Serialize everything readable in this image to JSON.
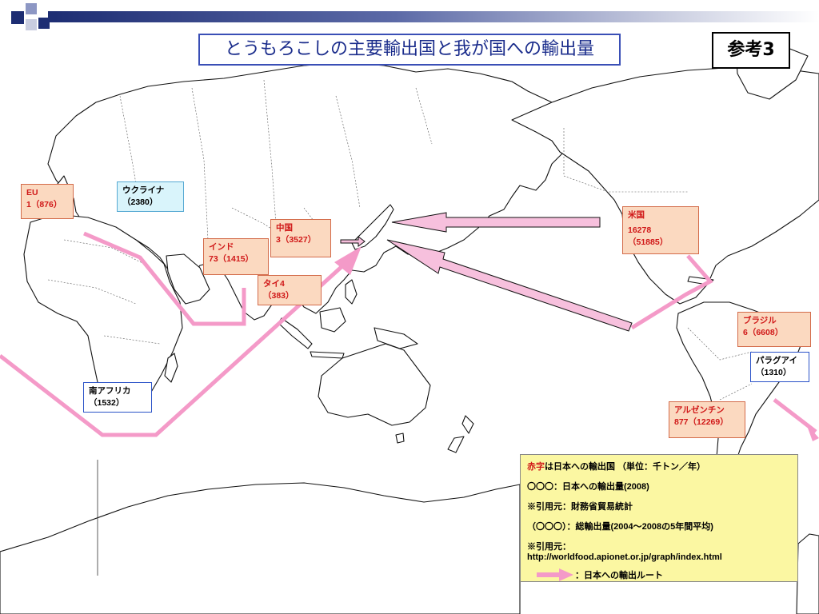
{
  "title": "とうもろこしの主要輸出国と我が国への輸出量",
  "reference_label": "参考3",
  "colors": {
    "exporter_fill": "#fbd9c0",
    "exporter_text": "#d01818",
    "route_arrow": "#f49ac8",
    "legend_fill": "#fbf7a2"
  },
  "countries": {
    "eu": {
      "name": "EU",
      "value": "1（876）"
    },
    "ukraine": {
      "name": "ウクライナ",
      "value": "（2380）"
    },
    "india": {
      "name": "インド",
      "value": "73（1415）"
    },
    "china": {
      "name": "中国",
      "value": "3（3527）"
    },
    "thailand": {
      "name": "タイ4",
      "value": "（383）"
    },
    "usa": {
      "name": "米国",
      "value": "16278",
      "value2": "（51885）"
    },
    "brazil": {
      "name": "ブラジル",
      "value": "6（6608）"
    },
    "paraguay": {
      "name": "パラグアイ",
      "value": "（1310）"
    },
    "argentina": {
      "name": "アルゼンチン",
      "value": "877（12269）"
    },
    "s_africa": {
      "name": "南アフリカ",
      "value": "（1532）"
    }
  },
  "legend": {
    "line1_red": "赤字",
    "line1_rest": "は日本への輸出国 （単位：千トン／年）",
    "line2": "〇〇〇：日本への輸出量(2008)",
    "line3": "※引用元：財務省貿易統計",
    "line4": "（〇〇〇）：総輸出量(2004～2008の5年間平均)",
    "line5": "※引用元：",
    "line6": "http://worldfood.apionet.or.jp/graph/index.html",
    "arrow_label": "：日本への輸出ルート"
  }
}
